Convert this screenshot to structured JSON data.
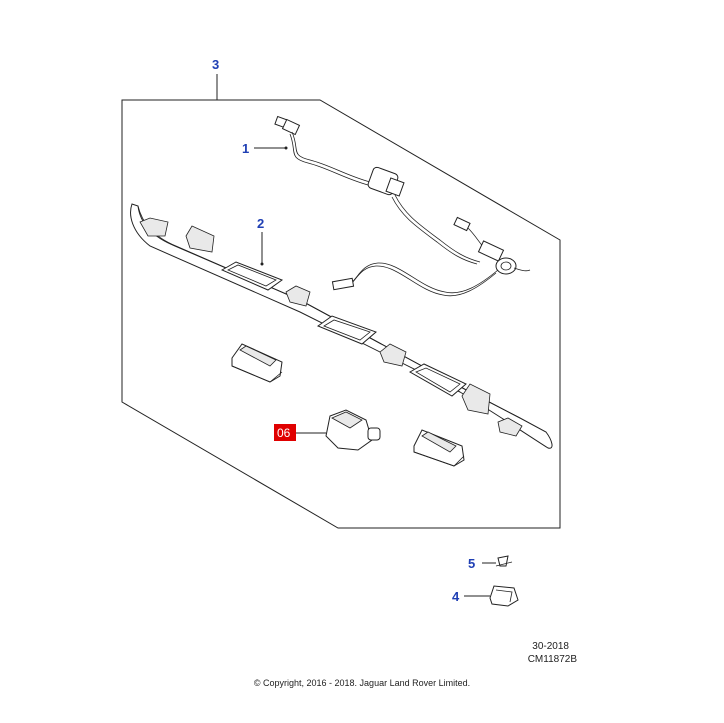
{
  "callouts": {
    "c1": "1",
    "c2": "2",
    "c3": "3",
    "c4": "4",
    "c5": "5",
    "selected": "06"
  },
  "colors": {
    "callout_text": "#1f3fb4",
    "selected_badge": "#e00000"
  },
  "reference": {
    "code": "30-2018",
    "drawing_id": "CM11872B"
  },
  "copyright": "© Copyright, 2016 - 2018. Jaguar Land Rover Limited."
}
